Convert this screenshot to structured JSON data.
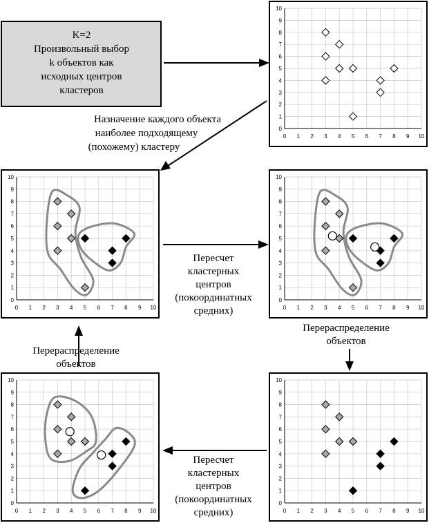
{
  "colors": {
    "gray": "#a9a9a9",
    "black": "#000000",
    "white": "#ffffff",
    "box": "#d9d9d9",
    "hull": "#8a8a8a"
  },
  "start_box": {
    "lines": [
      "K=2",
      "Произвольный выбор",
      "k объектов как",
      "исходных центров",
      "кластеров"
    ]
  },
  "labels": {
    "assign": [
      "Назначение каждого объекта",
      "наиболее подходящему",
      "(похожему) кластеру"
    ],
    "recalc_right": [
      "Пересчет",
      "кластерных",
      "центров",
      "(покоординатных",
      "средних)"
    ],
    "redistribute_right": [
      "Перераспределение",
      "объектов"
    ],
    "redistribute_left": [
      "Перераспределение",
      "объектов"
    ],
    "recalc_bottom": [
      "Пересчет",
      "кластерных",
      "центров",
      "(покоординатных",
      "средних)"
    ]
  },
  "chart_data": [
    {
      "type": "scatter",
      "id": "initial",
      "xlim": [
        0,
        10
      ],
      "ylim": [
        0,
        10
      ],
      "grid": true,
      "series": [
        {
          "color": "white",
          "marker": "diamond",
          "points": [
            [
              3,
              8
            ],
            [
              4,
              7
            ],
            [
              3,
              6
            ],
            [
              4,
              5
            ],
            [
              5,
              5
            ],
            [
              3,
              4
            ],
            [
              7,
              4
            ],
            [
              8,
              5
            ],
            [
              7,
              3
            ],
            [
              5,
              1
            ]
          ]
        }
      ],
      "centers": [],
      "hulls": []
    },
    {
      "type": "scatter",
      "id": "assigned",
      "xlim": [
        0,
        10
      ],
      "ylim": [
        0,
        10
      ],
      "grid": true,
      "series": [
        {
          "color": "gray",
          "marker": "diamond",
          "points": [
            [
              3,
              8
            ],
            [
              4,
              7
            ],
            [
              3,
              6
            ],
            [
              4,
              5
            ],
            [
              3,
              4
            ],
            [
              5,
              1
            ]
          ]
        },
        {
          "color": "black",
          "marker": "diamond",
          "points": [
            [
              5,
              5
            ],
            [
              8,
              5
            ],
            [
              7,
              4
            ],
            [
              7,
              3
            ]
          ]
        }
      ],
      "centers": [],
      "hulls": [
        [
          [
            2.6,
            8.8
          ],
          [
            3.7,
            8.5
          ],
          [
            4.6,
            7.5
          ],
          [
            4.3,
            5.5
          ],
          [
            4.7,
            3.5
          ],
          [
            5.6,
            1.6
          ],
          [
            5.1,
            0.4
          ],
          [
            4.2,
            0.9
          ],
          [
            3.2,
            2.5
          ],
          [
            2.3,
            3.8
          ],
          [
            2.2,
            6.2
          ]
        ],
        [
          [
            4.6,
            5.4
          ],
          [
            5.6,
            6.0
          ],
          [
            7.2,
            6.2
          ],
          [
            8.6,
            5.4
          ],
          [
            8.0,
            4.3
          ],
          [
            7.6,
            3.0
          ],
          [
            6.7,
            2.4
          ],
          [
            5.3,
            3.4
          ],
          [
            4.6,
            4.4
          ]
        ]
      ]
    },
    {
      "type": "scatter",
      "id": "recalculated",
      "xlim": [
        0,
        10
      ],
      "ylim": [
        0,
        10
      ],
      "grid": true,
      "series": [
        {
          "color": "gray",
          "marker": "diamond",
          "points": [
            [
              3,
              8
            ],
            [
              4,
              7
            ],
            [
              3,
              6
            ],
            [
              4,
              5
            ],
            [
              3,
              4
            ],
            [
              5,
              1
            ]
          ]
        },
        {
          "color": "black",
          "marker": "diamond",
          "points": [
            [
              5,
              5
            ],
            [
              8,
              5
            ],
            [
              7,
              4
            ],
            [
              7,
              3
            ]
          ]
        }
      ],
      "centers": [
        {
          "x": 3.5,
          "y": 5.2
        },
        {
          "x": 6.6,
          "y": 4.3
        }
      ],
      "hulls": [
        [
          [
            2.6,
            8.8
          ],
          [
            3.7,
            8.5
          ],
          [
            4.6,
            7.5
          ],
          [
            4.3,
            5.5
          ],
          [
            4.7,
            3.5
          ],
          [
            5.6,
            1.6
          ],
          [
            5.1,
            0.4
          ],
          [
            4.2,
            0.9
          ],
          [
            3.2,
            2.5
          ],
          [
            2.3,
            3.8
          ],
          [
            2.2,
            6.2
          ]
        ],
        [
          [
            4.6,
            5.4
          ],
          [
            5.6,
            6.0
          ],
          [
            7.2,
            6.2
          ],
          [
            8.6,
            5.4
          ],
          [
            8.0,
            4.3
          ],
          [
            7.6,
            3.0
          ],
          [
            6.7,
            2.4
          ],
          [
            5.3,
            3.4
          ],
          [
            4.6,
            4.4
          ]
        ]
      ]
    },
    {
      "type": "scatter",
      "id": "redistributed",
      "xlim": [
        0,
        10
      ],
      "ylim": [
        0,
        10
      ],
      "grid": true,
      "series": [
        {
          "color": "gray",
          "marker": "diamond",
          "points": [
            [
              3,
              8
            ],
            [
              4,
              7
            ],
            [
              3,
              6
            ],
            [
              4,
              5
            ],
            [
              5,
              5
            ],
            [
              3,
              4
            ]
          ]
        },
        {
          "color": "black",
          "marker": "diamond",
          "points": [
            [
              8,
              5
            ],
            [
              7,
              4
            ],
            [
              7,
              3
            ],
            [
              5,
              1
            ]
          ]
        }
      ],
      "centers": [],
      "hulls": []
    },
    {
      "type": "scatter",
      "id": "final",
      "xlim": [
        0,
        10
      ],
      "ylim": [
        0,
        10
      ],
      "grid": true,
      "series": [
        {
          "color": "gray",
          "marker": "diamond",
          "points": [
            [
              3,
              8
            ],
            [
              4,
              7
            ],
            [
              3,
              6
            ],
            [
              4,
              5
            ],
            [
              5,
              5
            ],
            [
              3,
              4
            ]
          ]
        },
        {
          "color": "black",
          "marker": "diamond",
          "points": [
            [
              8,
              5
            ],
            [
              7,
              4
            ],
            [
              7,
              3
            ],
            [
              5,
              1
            ]
          ]
        }
      ],
      "centers": [
        {
          "x": 3.9,
          "y": 5.8
        },
        {
          "x": 6.2,
          "y": 3.9
        }
      ],
      "hulls": [
        [
          [
            2.8,
            8.6
          ],
          [
            4.3,
            8.3
          ],
          [
            5.5,
            7.0
          ],
          [
            5.8,
            5.0
          ],
          [
            5.1,
            4.2
          ],
          [
            3.8,
            3.4
          ],
          [
            2.5,
            3.6
          ],
          [
            2.1,
            5.2
          ],
          [
            2.2,
            7.2
          ]
        ],
        [
          [
            7.3,
            6.1
          ],
          [
            8.3,
            5.6
          ],
          [
            8.6,
            4.6
          ],
          [
            7.3,
            2.5
          ],
          [
            5.9,
            0.9
          ],
          [
            4.7,
            0.4
          ],
          [
            4.1,
            1.0
          ],
          [
            4.6,
            2.8
          ],
          [
            5.6,
            4.1
          ],
          [
            6.5,
            5.2
          ]
        ]
      ]
    }
  ]
}
